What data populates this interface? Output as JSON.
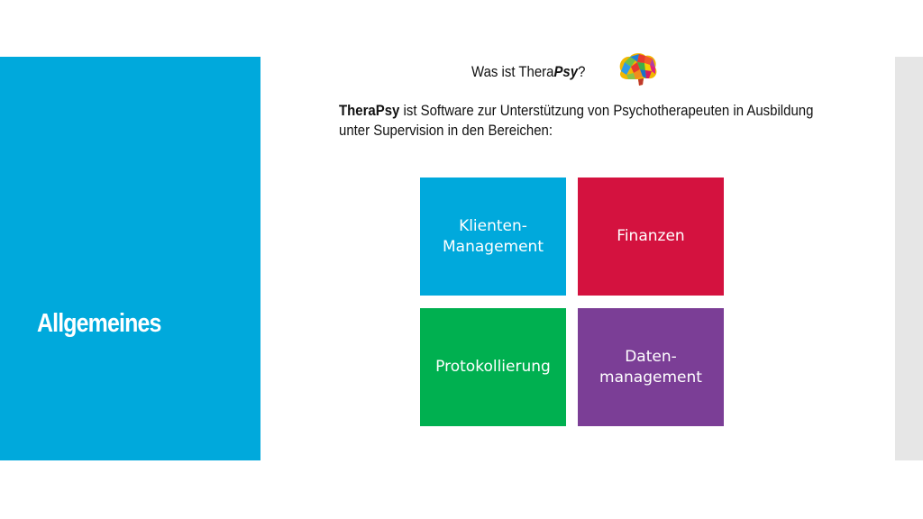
{
  "slide": {
    "section_title": "Allgemeines",
    "heading_prefix": "Was ist Thera",
    "heading_psy": "Psy",
    "heading_suffix": "?",
    "intro_prefix": "Thera",
    "intro_psy": "Psy",
    "intro_text": " ist Software zur Unterstützung von Psychotherapeuten in Ausbildung unter Supervision in den Bereichen:",
    "brain_icon": "brain-icon",
    "tiles": [
      {
        "label": "Klienten-\nManagement",
        "color": "#00a9dc"
      },
      {
        "label": "Finanzen",
        "color": "#d4123f"
      },
      {
        "label": "Protokollierung",
        "color": "#00b050"
      },
      {
        "label": "Daten-\nmanagement",
        "color": "#7b3e96"
      }
    ]
  }
}
